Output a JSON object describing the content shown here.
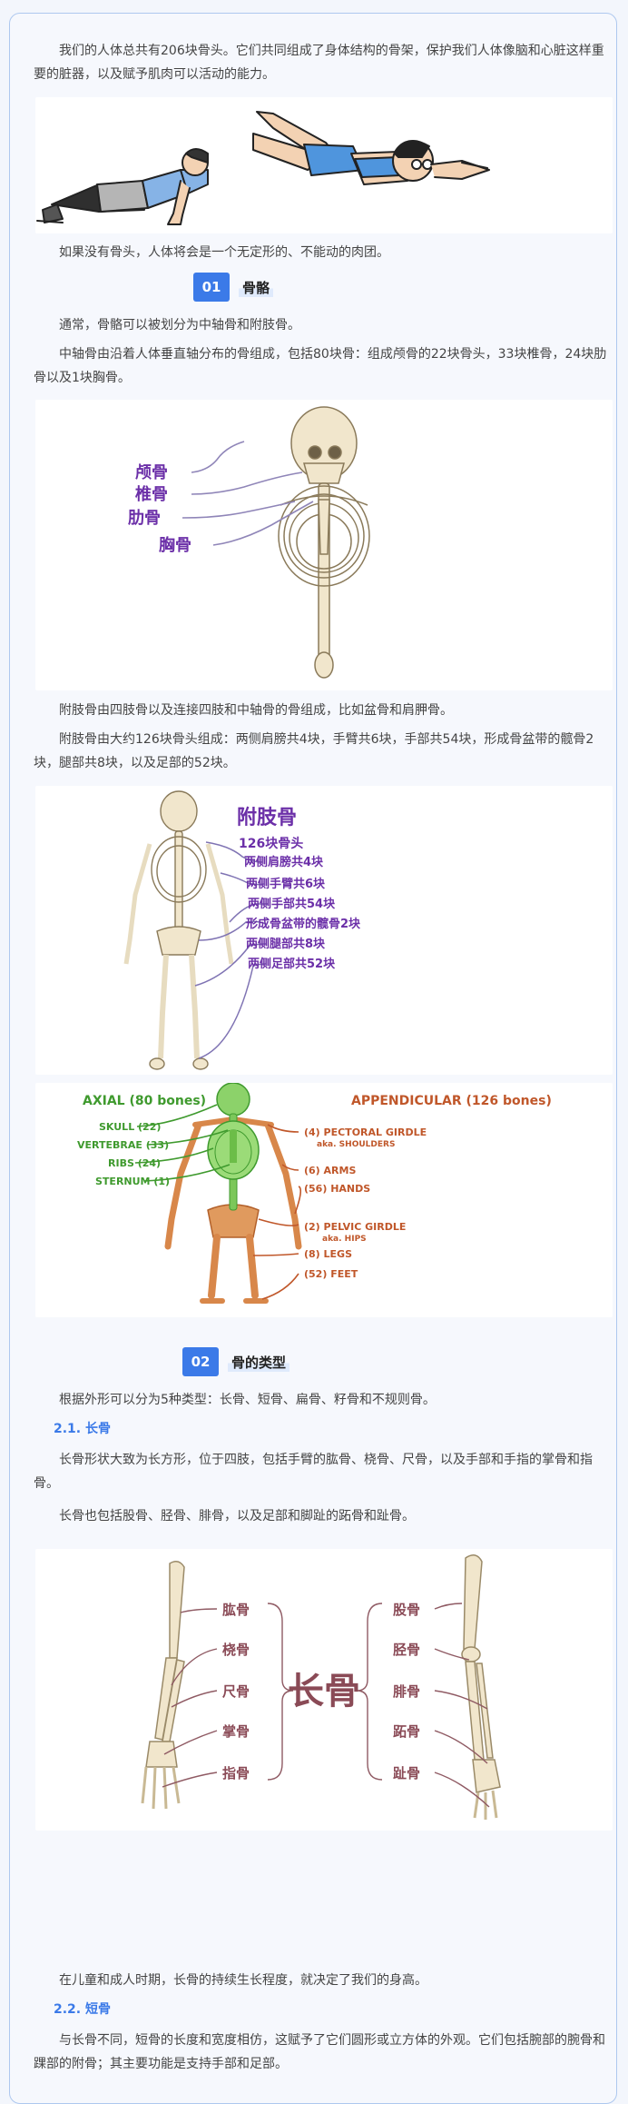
{
  "intro": {
    "p1": "我们的人体总共有206块骨头。它们共同组成了身体结构的骨架，保护我们人体像脑和心脏这样重要的脏器，以及赋予肌肉可以活动的能力。",
    "p2": "如果没有骨头，人体将会是一个无定形的、不能动的肉团。"
  },
  "section1": {
    "num": "01",
    "title": "骨骼",
    "p1": "通常，骨骼可以被划分为中轴骨和附肢骨。",
    "p2": "中轴骨由沿着人体垂直轴分布的骨组成，包括80块骨：组成颅骨的22块骨头，33块椎骨，24块肋骨以及1块胸骨。",
    "axial_labels": [
      "颅骨",
      "椎骨",
      "肋骨",
      "胸骨"
    ],
    "p3": "附肢骨由四肢骨以及连接四肢和中轴骨的骨组成，比如盆骨和肩胛骨。",
    "p4": "附肢骨由大约126块骨头组成：两侧肩膀共4块，手臂共6块，手部共54块，形成骨盆带的髋骨2块，腿部共8块，以及足部的52块。",
    "appendicular_title": "附肢骨",
    "appendicular_sub": "126块骨头",
    "appendicular_labels": [
      "两侧肩膀共4块",
      "两侧手臂共6块",
      "两侧手部共54块",
      "形成骨盆带的髋骨2块",
      "两侧腿部共8块",
      "两侧足部共52块"
    ],
    "en_axial_title": "AXIAL (80 bones)",
    "en_appendicular_title": "APPENDICULAR (126 bones)",
    "en_axial_labels": [
      "SKULL (22)",
      "VERTEBRAE (33)",
      "RIBS (24)",
      "STERNUM (1)"
    ],
    "en_app_labels": [
      {
        "line1": "(4) PECTORAL GIRDLE",
        "line2": "aka. SHOULDERS"
      },
      {
        "line1": "(6) ARMS",
        "line2": ""
      },
      {
        "line1": "(56) HANDS",
        "line2": ""
      },
      {
        "line1": "(2) PELVIC GIRDLE",
        "line2": "aka. HIPS"
      },
      {
        "line1": "(8) LEGS",
        "line2": ""
      },
      {
        "line1": "(52) FEET",
        "line2": ""
      }
    ],
    "colors": {
      "axial": "#3f9a2e",
      "appendicular": "#c0572a",
      "purple": "#6b2fa8"
    }
  },
  "section2": {
    "num": "02",
    "title": "骨的类型",
    "p1": "根据外形可以分为5种类型：长骨、短骨、扁骨、籽骨和不规则骨。",
    "sub1": "2.1. 长骨",
    "p2": "长骨形状大致为长方形，位于四肢，包括手臂的肱骨、桡骨、尺骨，以及手部和手指的掌骨和指骨。",
    "p3": "长骨也包括股骨、胫骨、腓骨，以及足部和脚趾的跖骨和趾骨。",
    "long_center": "长骨",
    "long_left": [
      "肱骨",
      "桡骨",
      "尺骨",
      "掌骨",
      "指骨"
    ],
    "long_right": [
      "股骨",
      "胫骨",
      "腓骨",
      "跖骨",
      "趾骨"
    ],
    "p4": "在儿童和成人时期，长骨的持续生长程度，就决定了我们的身高。",
    "sub2": "2.2. 短骨",
    "p5": "与长骨不同，短骨的长度和宽度相仿，这赋予了它们圆形或立方体的外观。它们包括腕部的腕骨和踝部的附骨；其主要功能是支持手部和足部。"
  }
}
